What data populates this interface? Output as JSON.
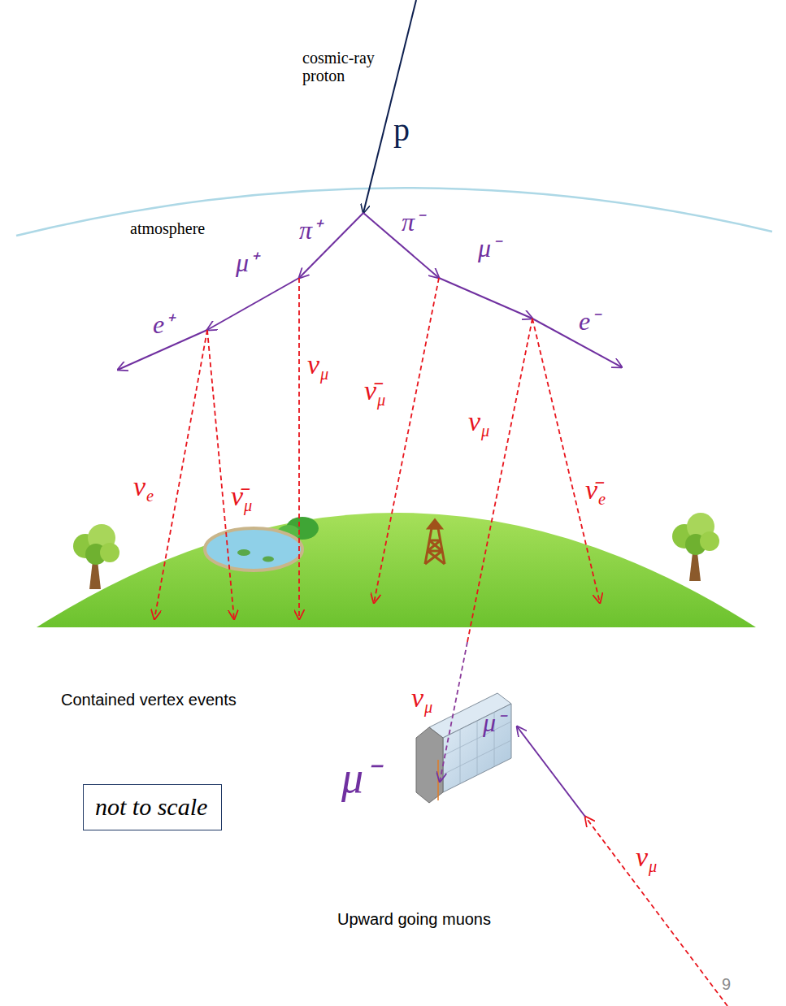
{
  "diagram": {
    "nodes": [
      {
        "text": [
          "not to scale"
        ]
      }
    ],
    "labels": [
      "cosmic-ray proton",
      "p",
      "atmosphere",
      "π⁺",
      "π⁻",
      "μ⁺",
      "μ⁻",
      "e⁺",
      "νμ",
      "ν̄μ",
      "e⁻",
      "νμ",
      "νe",
      "ν̄μ",
      "ν̄e",
      "νμ",
      "Contained vertex events",
      "μ⁻",
      "μ⁻",
      "Upward going muons",
      "νμ",
      "9"
    ]
  }
}
